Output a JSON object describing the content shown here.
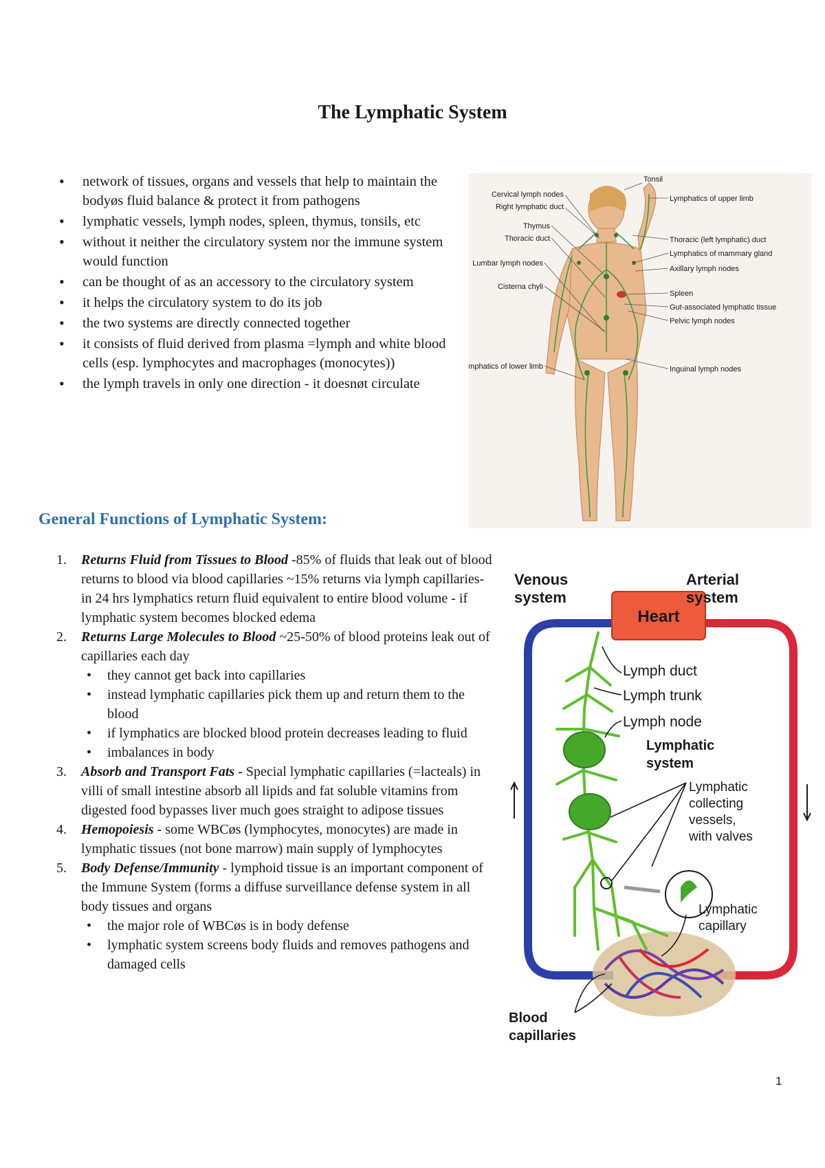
{
  "title": "The Lymphatic System",
  "intro_bullets": [
    "network of tissues, organs and vessels that help to maintain the bodyøs fluid balance & protect it from pathogens",
    "lymphatic vessels, lymph nodes, spleen, thymus, tonsils, etc",
    "without it neither the circulatory system nor the immune system would function",
    "can be thought of as an accessory to the circulatory system",
    "it helps the circulatory system to do its job",
    "the two systems are directly connected together",
    "it consists of fluid derived from plasma =lymph and white blood cells (esp. lymphocytes and macrophages (monocytes))",
    "the lymph travels in only one direction - it doesnøt circulate"
  ],
  "section_heading": "General Functions of Lymphatic System:",
  "functions": [
    {
      "num": "1.",
      "head": "Returns Fluid from Tissues to Blood",
      "body": " -85% of fluids that leak out of blood returns to blood via blood capillaries ~15% returns via lymph capillaries- in 24 hrs lymphatics return fluid equivalent to entire blood volume - if lymphatic system becomes blocked edema",
      "sub": []
    },
    {
      "num": "2.",
      "head": "Returns Large Molecules to Blood",
      "body": " ~25-50% of blood proteins leak out of capillaries each day",
      "sub": [
        "they cannot get back into capillaries",
        "instead lymphatic capillaries pick them up and return them to the blood",
        "if lymphatics are blocked blood protein decreases leading to fluid",
        "imbalances in body"
      ]
    },
    {
      "num": "3.",
      "head": "Absorb and Transport Fats",
      "body": " - Special lymphatic capillaries (=lacteals) in villi of small intestine absorb all lipids and fat soluble vitamins from digested food bypasses liver much goes straight to adipose tissues",
      "sub": []
    },
    {
      "num": "4.",
      "head": "Hemopoiesis",
      "body": " - some WBCøs (lymphocytes, monocytes) are made in lymphatic tissues (not bone marrow) main supply of lymphocytes",
      "sub": []
    },
    {
      "num": "5.",
      "head": "Body Defense/Immunity",
      "body": " - lymphoid tissue is an important component of the Immune System (forms a diffuse surveillance defense system in all body tissues and organs",
      "sub": [
        "the major role of WBCøs is in body defense",
        "lymphatic system screens body fluids and removes pathogens and damaged cells"
      ]
    }
  ],
  "fig1": {
    "left_labels": [
      "Cervical lymph nodes",
      "Right lymphatic duct",
      "Thymus",
      "Thoracic duct",
      "Lumbar lymph nodes",
      "Cisterna chyli",
      "Lymphatics of lower limb"
    ],
    "right_labels": [
      "Tonsil",
      "Lymphatics of upper limb",
      "Thoracic (left lymphatic) duct",
      "Lymphatics of mammary gland",
      "Axillary lymph nodes",
      "Spleen",
      "Gut-associated lymphatic tissue",
      "Pelvic lymph nodes",
      "Inguinal lymph nodes"
    ]
  },
  "fig2": {
    "venous": [
      "Venous",
      "system"
    ],
    "arterial": [
      "Arterial",
      "system"
    ],
    "heart": "Heart",
    "lymph_duct": "Lymph duct",
    "lymph_trunk": "Lymph trunk",
    "lymph_node": "Lymph node",
    "lymphatic_system": [
      "Lymphatic",
      "system"
    ],
    "collecting": [
      "Lymphatic",
      "collecting",
      "vessels,",
      "with valves"
    ],
    "capillary": [
      "Lymphatic",
      "capillary"
    ],
    "blood_capillaries": [
      "Blood",
      "capillaries"
    ]
  },
  "colors": {
    "heading": "#2f6fb0",
    "venous": "#2a3fa8",
    "arterial": "#d8283a",
    "heart": "#f05a3c",
    "lymph": "#5fbf2f"
  },
  "page_number": "1"
}
